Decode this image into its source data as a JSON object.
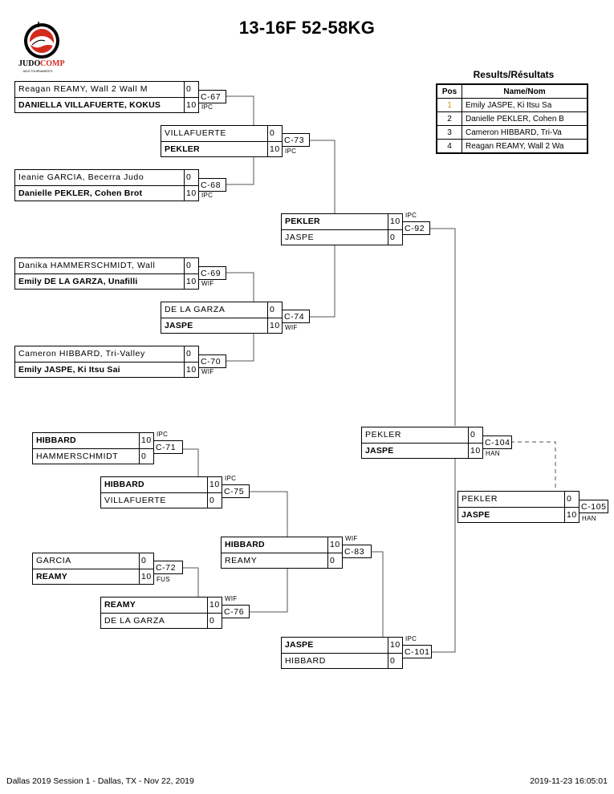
{
  "title": "13-16F 52-58KG",
  "logo": {
    "name": "judocomp-logo",
    "text": "JUDOCOMP",
    "subtext": "JUDO TOURNAMENTS",
    "colors": {
      "red": "#d42a1e",
      "black": "#000000"
    }
  },
  "results": {
    "title": "Results/Résultats",
    "headers": {
      "pos": "Pos",
      "name": "Name/Nom"
    },
    "rows": [
      {
        "pos": "1",
        "name": "Emily JASPE, Ki Itsu Sa"
      },
      {
        "pos": "2",
        "name": "Danielle PEKLER, Cohen B"
      },
      {
        "pos": "3",
        "name": "Cameron HIBBARD, Tri-Va"
      },
      {
        "pos": "4",
        "name": "Reagan REAMY, Wall 2 Wa"
      }
    ]
  },
  "matches": {
    "c67": {
      "code": "C-67",
      "type": "IPC",
      "p1": {
        "name": "Reagan REAMY, Wall 2 Wall M",
        "score": "0"
      },
      "p2": {
        "name": "DANIELLA VILLAFUERTE, KOKUS",
        "score": "10"
      },
      "winner": 2
    },
    "c68": {
      "code": "C-68",
      "type": "IPC",
      "p1": {
        "name": "Ieanie GARCIA, Becerra Judo",
        "score": "0"
      },
      "p2": {
        "name": "Danielle PEKLER, Cohen Brot",
        "score": "10"
      },
      "winner": 2
    },
    "c69": {
      "code": "C-69",
      "type": "WIF",
      "p1": {
        "name": "Danika HAMMERSCHMIDT, Wall",
        "score": "0"
      },
      "p2": {
        "name": "Emily DE LA GARZA, Unafilli",
        "score": "10"
      },
      "winner": 2
    },
    "c70": {
      "code": "C-70",
      "type": "WIF",
      "p1": {
        "name": "Cameron HIBBARD, Tri-Valley",
        "score": "0"
      },
      "p2": {
        "name": "Emily JASPE, Ki Itsu Sai",
        "score": "10"
      },
      "winner": 2
    },
    "c73": {
      "code": "C-73",
      "type": "IPC",
      "p1": {
        "name": "VILLAFUERTE",
        "score": "0"
      },
      "p2": {
        "name": "PEKLER",
        "score": "10"
      },
      "winner": 2
    },
    "c74": {
      "code": "C-74",
      "type": "WIF",
      "p1": {
        "name": "DE LA GARZA",
        "score": "0"
      },
      "p2": {
        "name": "JASPE",
        "score": "10"
      },
      "winner": 2
    },
    "c92": {
      "code": "C-92",
      "type": "IPC",
      "p1": {
        "name": "PEKLER",
        "score": "10"
      },
      "p2": {
        "name": "JASPE",
        "score": "0"
      },
      "winner": 1
    },
    "c104": {
      "code": "C-104",
      "type": "HAN",
      "p1": {
        "name": "PEKLER",
        "score": "0"
      },
      "p2": {
        "name": "JASPE",
        "score": "10"
      },
      "winner": 2
    },
    "c105": {
      "code": "C-105",
      "type": "HAN",
      "p1": {
        "name": "PEKLER",
        "score": "0"
      },
      "p2": {
        "name": "JASPE",
        "score": "10"
      },
      "winner": 2
    },
    "c71": {
      "code": "C-71",
      "type": "IPC",
      "p1": {
        "name": "HIBBARD",
        "score": "10"
      },
      "p2": {
        "name": "HAMMERSCHMIDT",
        "score": "0"
      },
      "winner": 1
    },
    "c75": {
      "code": "C-75",
      "type": "IPC",
      "p1": {
        "name": "HIBBARD",
        "score": "10"
      },
      "p2": {
        "name": "VILLAFUERTE",
        "score": "0"
      },
      "winner": 1
    },
    "c72": {
      "code": "C-72",
      "type": "FUS",
      "p1": {
        "name": "GARCIA",
        "score": "0"
      },
      "p2": {
        "name": "REAMY",
        "score": "10"
      },
      "winner": 2
    },
    "c76": {
      "code": "C-76",
      "type": "WIF",
      "p1": {
        "name": "REAMY",
        "score": "10"
      },
      "p2": {
        "name": "DE LA GARZA",
        "score": "0"
      },
      "winner": 1
    },
    "c83": {
      "code": "C-83",
      "type": "WIF",
      "p1": {
        "name": "HIBBARD",
        "score": "10"
      },
      "p2": {
        "name": "REAMY",
        "score": "0"
      },
      "winner": 1
    },
    "c101": {
      "code": "C-101",
      "type": "IPC",
      "p1": {
        "name": "JASPE",
        "score": "10"
      },
      "p2": {
        "name": "HIBBARD",
        "score": "0"
      },
      "winner": 1
    }
  },
  "footer": {
    "event": "Dallas 2019 Session 1 - Dallas, TX - Nov 22, 2019",
    "timestamp": "2019-11-23 16:05:01"
  }
}
